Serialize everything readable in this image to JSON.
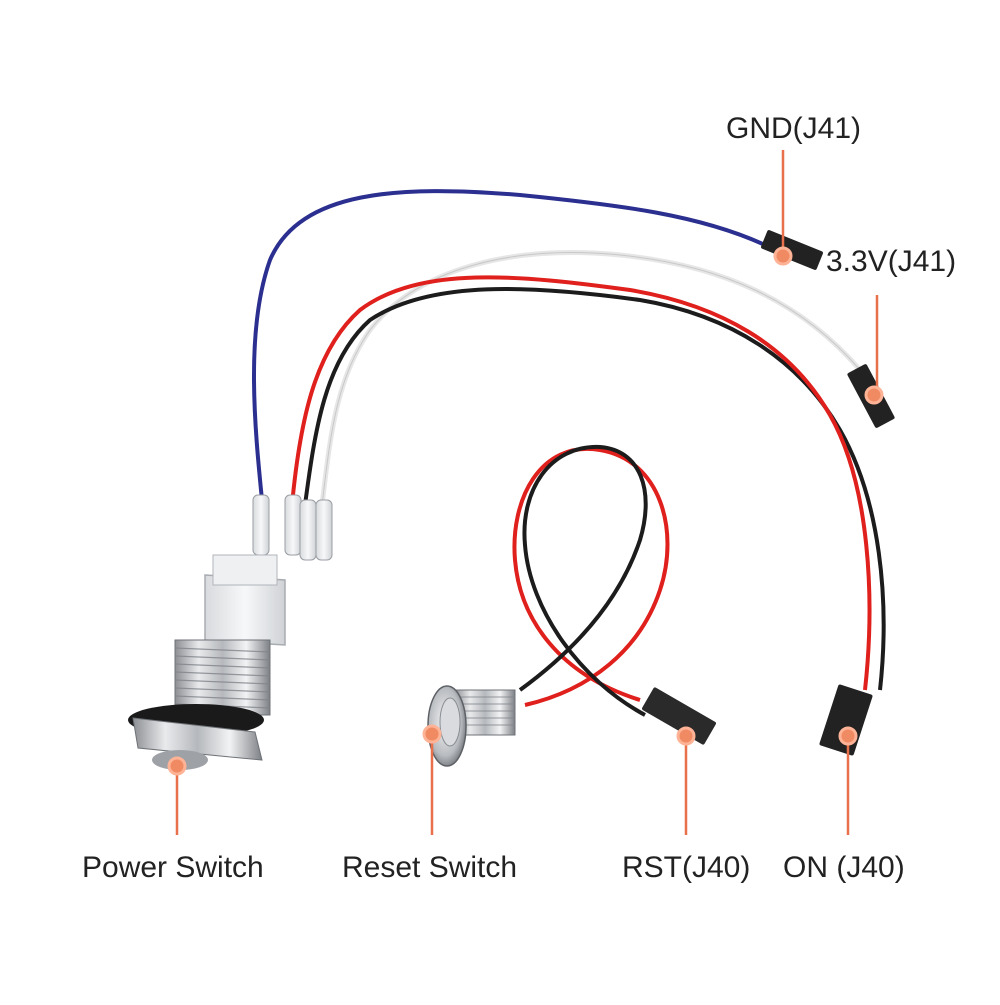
{
  "colors": {
    "callout": "#e8704a",
    "wire_blue": "#2b2f8f",
    "wire_white": "#e9e9e9",
    "wire_red": "#e0201c",
    "wire_black": "#1c1c1c",
    "metal": "#c4c6c9",
    "background": "#ffffff"
  },
  "labels": {
    "gnd": "GND(J41)",
    "v33": "3.3V(J41)",
    "power_switch": "Power Switch",
    "reset_switch": "Reset Switch",
    "rst": "RST(J40)",
    "on": "ON (J40)"
  }
}
